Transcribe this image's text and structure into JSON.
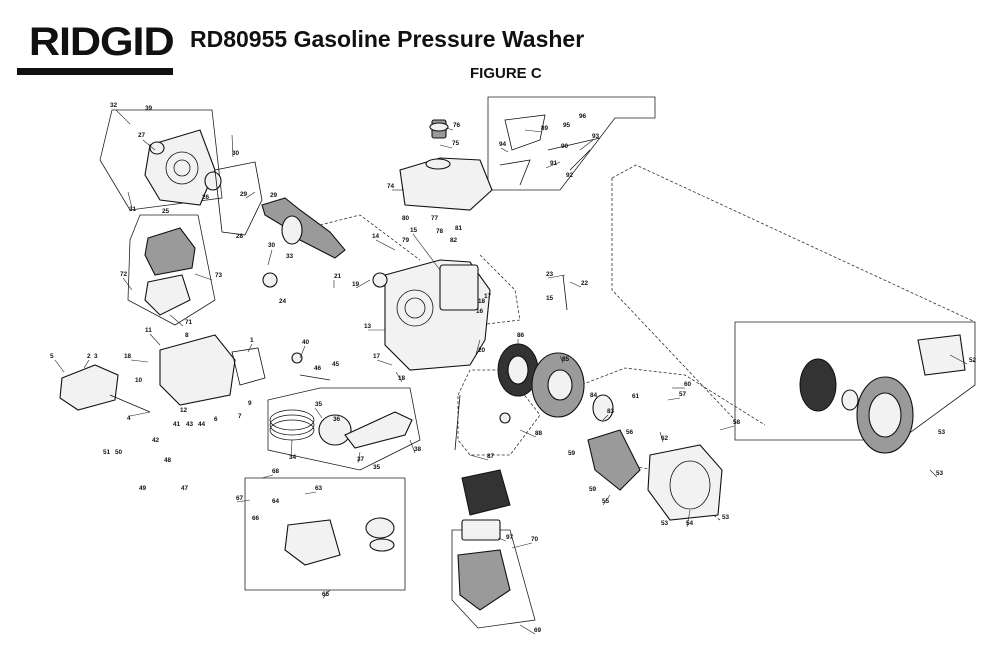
{
  "header": {
    "logo_text": "RIDGID",
    "title": "RD80955 Gasoline Pressure Washer",
    "figure": "FIGURE C"
  },
  "callouts": {
    "c1": "1",
    "c2": "2",
    "c3": "3",
    "c4": "4",
    "c5": "5",
    "c6": "6",
    "c7": "7",
    "c8": "8",
    "c9": "9",
    "c10": "10",
    "c11": "11",
    "c12": "12",
    "c13": "13",
    "c14": "14",
    "c15": "15",
    "c16": "16",
    "c17": "17",
    "c18": "18",
    "c19": "19",
    "c20": "20",
    "c21": "21",
    "c22": "22",
    "c23": "23",
    "c24": "24",
    "c25": "25",
    "c26": "26",
    "c27": "27",
    "c28": "28",
    "c29": "29",
    "c30": "30",
    "c31": "31",
    "c32": "32",
    "c33": "33",
    "c34": "34",
    "c35": "35",
    "c36": "36",
    "c37": "37",
    "c38": "38",
    "c39": "39",
    "c40": "40",
    "c41": "41",
    "c42": "42",
    "c43": "43",
    "c44": "44",
    "c45": "45",
    "c46": "46",
    "c47": "47",
    "c48": "48",
    "c49": "49",
    "c50": "50",
    "c51": "51",
    "c52": "52",
    "c53": "53",
    "c54": "54",
    "c55": "55",
    "c56": "56",
    "c57": "57",
    "c58": "58",
    "c59": "59",
    "c60": "60",
    "c61": "61",
    "c62": "62",
    "c63": "63",
    "c64": "64",
    "c65": "65",
    "c66": "66",
    "c67": "67",
    "c68": "68",
    "c69": "69",
    "c70": "70",
    "c71": "71",
    "c72": "72",
    "c73": "73",
    "c74": "74",
    "c75": "75",
    "c76": "76",
    "c77": "77",
    "c78": "78",
    "c79": "79",
    "c80": "80",
    "c81": "81",
    "c82": "82",
    "c83": "83",
    "c84": "84",
    "c85": "85",
    "c86": "86",
    "c87": "87",
    "c88": "88",
    "c89": "89",
    "c90": "90",
    "c91": "91",
    "c92": "92",
    "c93": "93",
    "c94": "94",
    "c95": "95",
    "c96": "96",
    "c97": "97"
  }
}
